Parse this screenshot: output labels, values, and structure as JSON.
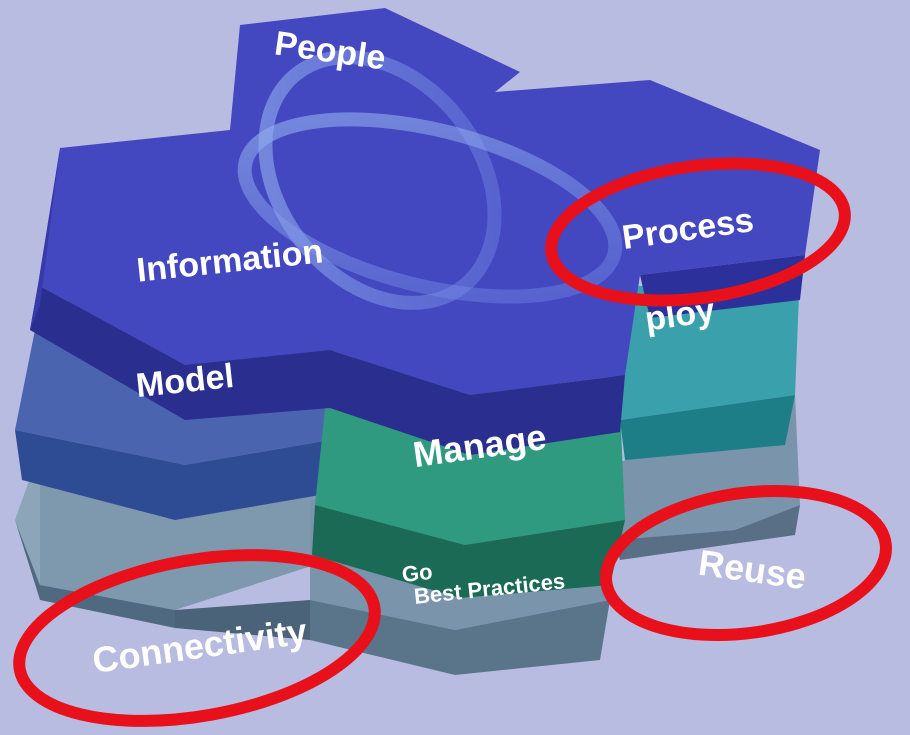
{
  "labels": {
    "people": "People",
    "information": "Information",
    "process": "Process",
    "model": "Model",
    "deploy": "ploy",
    "manage": "Manage",
    "governance_line1": "Go",
    "governance_line2": "Best Practices",
    "connectivity": "Connectivity",
    "reuse": "Reuse"
  },
  "colors": {
    "background": "#b8bce0",
    "top_tier": "#4347c0",
    "model_block": "#4a64b0",
    "manage_block": "#2f9a80",
    "deploy_block": "#3aa0ac",
    "base_tier": "#7c97ae",
    "highlight_ring": "#e8101a"
  }
}
